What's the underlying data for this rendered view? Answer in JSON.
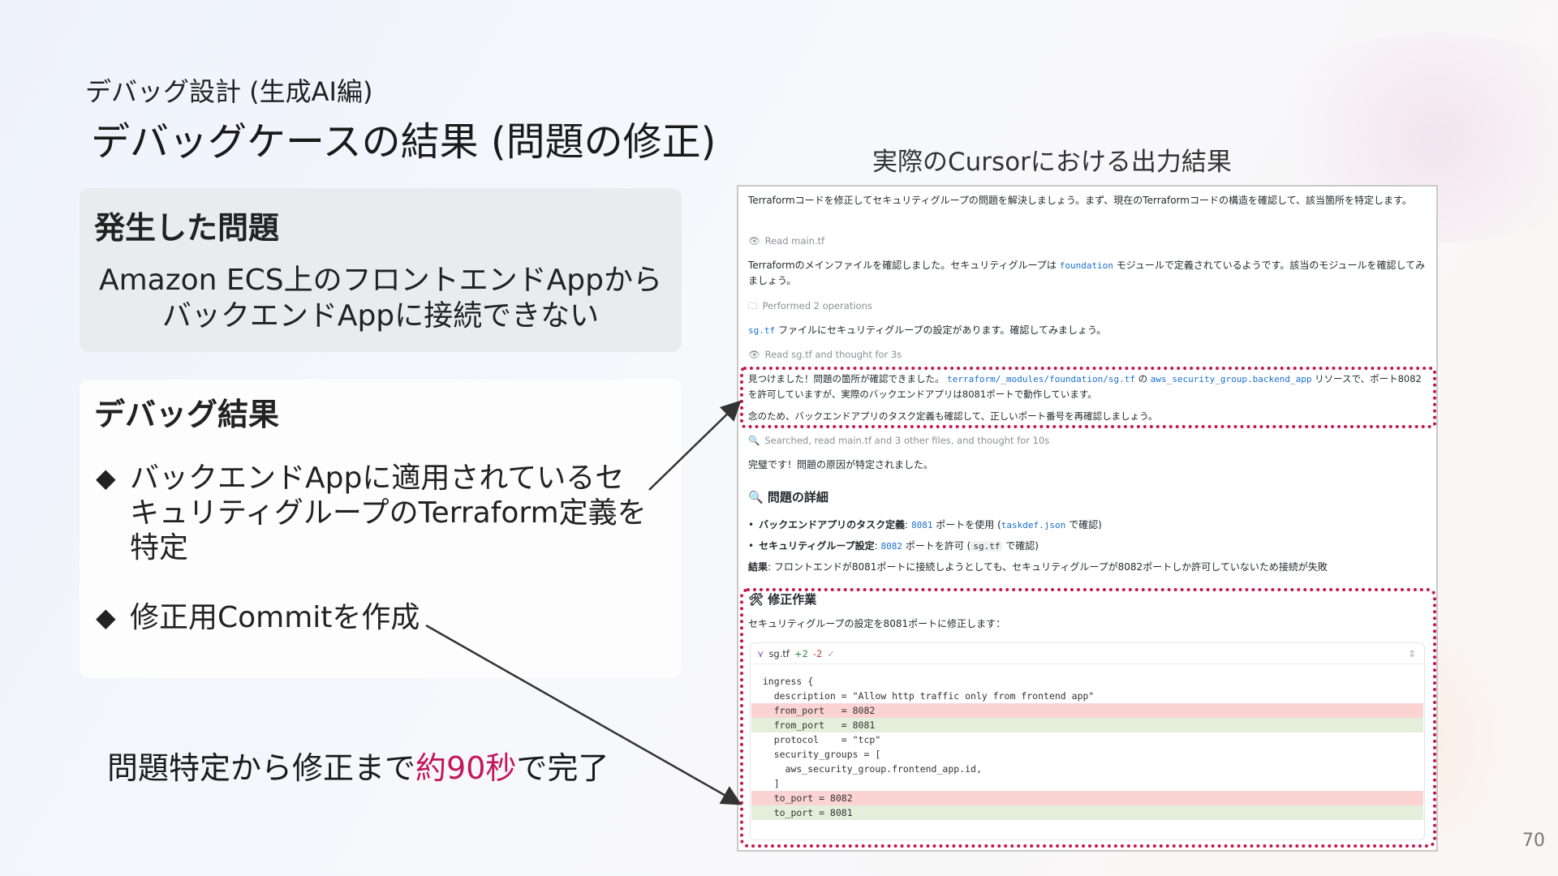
{
  "slide": {
    "subtitle": "デバッグ設計 (生成AI編)",
    "title": "デバッグケースの結果 (問題の修正)",
    "right_caption": "実際のCursorにおける出力結果",
    "page_number": "70",
    "footer": {
      "before": "問題特定から修正まで",
      "highlight": "約90秒",
      "after": "で完了"
    },
    "colors": {
      "highlight": "#c2185b",
      "dotted_box": "#c4174f"
    }
  },
  "problem_panel": {
    "heading": "発生した問題",
    "line1": "Amazon ECS上のフロントエンドAppから",
    "line2": "バックエンドAppに接続できない"
  },
  "result_panel": {
    "heading": "デバッグ結果",
    "bullets": [
      {
        "mark": "◆",
        "text": "バックエンドAppに適用されているセキュリティグループのTerraform定義を特定"
      },
      {
        "mark": "◆",
        "text": "修正用Commitを作成"
      }
    ]
  },
  "cursor": {
    "intro": "Terraformコードを修正してセキュリティグループの問題を解決しましょう。まず、現在のTerraformコードの構造を確認して、該当箇所を特定します。",
    "read_main": "Read main.tf",
    "msg1_before": "Terraformのメインファイルを確認しました。セキュリティグループは",
    "msg1_code": "foundation",
    "msg1_after": "モジュールで定義されているようです。該当のモジュールを確認してみましょう。",
    "performed": "Performed 2 operations",
    "msg2_code": "sg.tf",
    "msg2_after": "ファイルにセキュリティグループの設定があります。確認してみましょう。",
    "read_sg": "Read sg.tf and thought for 3s",
    "found_before": "見つけました！問題の箇所が確認できました。",
    "found_path": "terraform/_modules/foundation/sg.tf",
    "found_no": "の",
    "found_res": "aws_security_group.backend_app",
    "found_after": "リソースで、ポート8082を許可していますが、実際のバックエンドアプリは8081ポートで動作しています。",
    "recheck": "念のため、バックエンドアプリのタスク定義も確認して、正しいポート番号を再確認しましょう。",
    "searched": "Searched, read main.tf and 3 other files, and thought for 10s",
    "perfect": "完璧です！問題の原因が特定されました。",
    "detail_heading": "問題の詳細",
    "detail_items": [
      {
        "label": "バックエンドアプリのタスク定義",
        "port": "8081",
        "mid": "ポートを使用 (",
        "file": "taskdef.json",
        "end": "で確認)"
      },
      {
        "label": "セキュリティグループ設定",
        "port": "8082",
        "mid": "ポートを許可 (",
        "file": "sg.tf",
        "end": "で確認)"
      }
    ],
    "result_label": "結果",
    "result_text": ": フロントエンドが8081ポートに接続しようとしても、セキュリティグループが8082ポートしか許可していないため接続が失敗",
    "fix_heading": "修正作業",
    "fix_desc": "セキュリティグループの設定を8081ポートに修正します：",
    "diff": {
      "file": "sg.tf",
      "added": "+2",
      "removed": "-2"
    },
    "code_lines": [
      {
        "kind": "ctx",
        "text": "  ingress {"
      },
      {
        "kind": "ctx",
        "text": "    description = \"Allow http traffic only from frontend app\""
      },
      {
        "kind": "rm",
        "text": "    from_port   = 8082"
      },
      {
        "kind": "ad",
        "text": "    from_port   = 8081"
      },
      {
        "kind": "ctx",
        "text": "    protocol    = \"tcp\""
      },
      {
        "kind": "ctx",
        "text": "    security_groups = ["
      },
      {
        "kind": "ctx",
        "text": "      aws_security_group.frontend_app.id,"
      },
      {
        "kind": "ctx",
        "text": "    ]"
      },
      {
        "kind": "rm",
        "text": "    to_port = 8082"
      },
      {
        "kind": "ad",
        "text": "    to_port = 8081"
      }
    ]
  }
}
